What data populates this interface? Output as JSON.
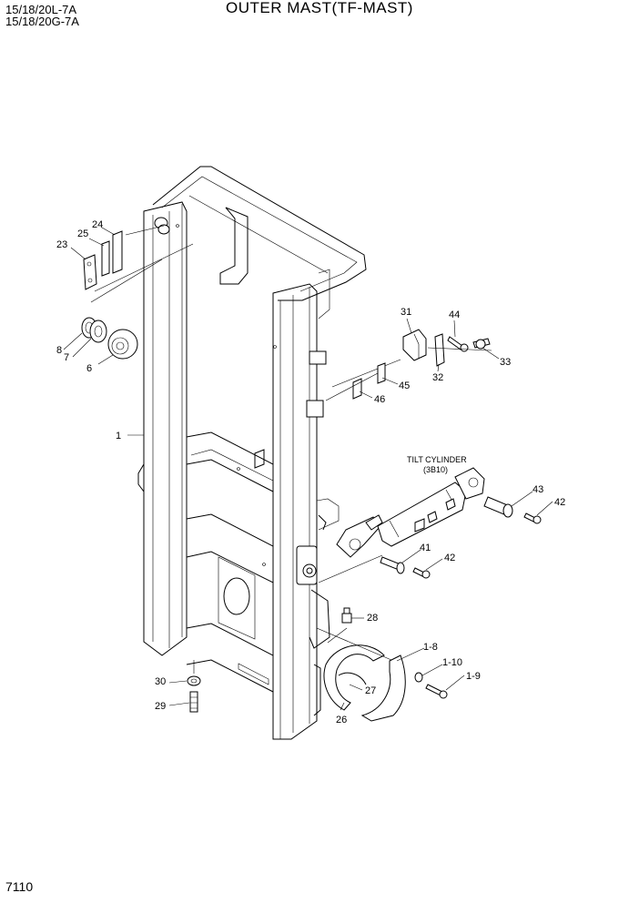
{
  "header": {
    "model_line1": "15/18/20L-7A",
    "model_line2": "15/18/20G-7A",
    "title": "OUTER MAST(TF-MAST)"
  },
  "page_number": "7110",
  "annotations": {
    "tilt_cylinder_label": "TILT CYLINDER",
    "tilt_cylinder_ref": "(3B10)"
  },
  "callouts": [
    "1",
    "6",
    "7",
    "8",
    "23",
    "24",
    "25",
    "26",
    "27",
    "28",
    "29",
    "30",
    "31",
    "32",
    "33",
    "41",
    "42",
    "42",
    "43",
    "44",
    "45",
    "46",
    "1-8",
    "1-9",
    "1-10"
  ]
}
